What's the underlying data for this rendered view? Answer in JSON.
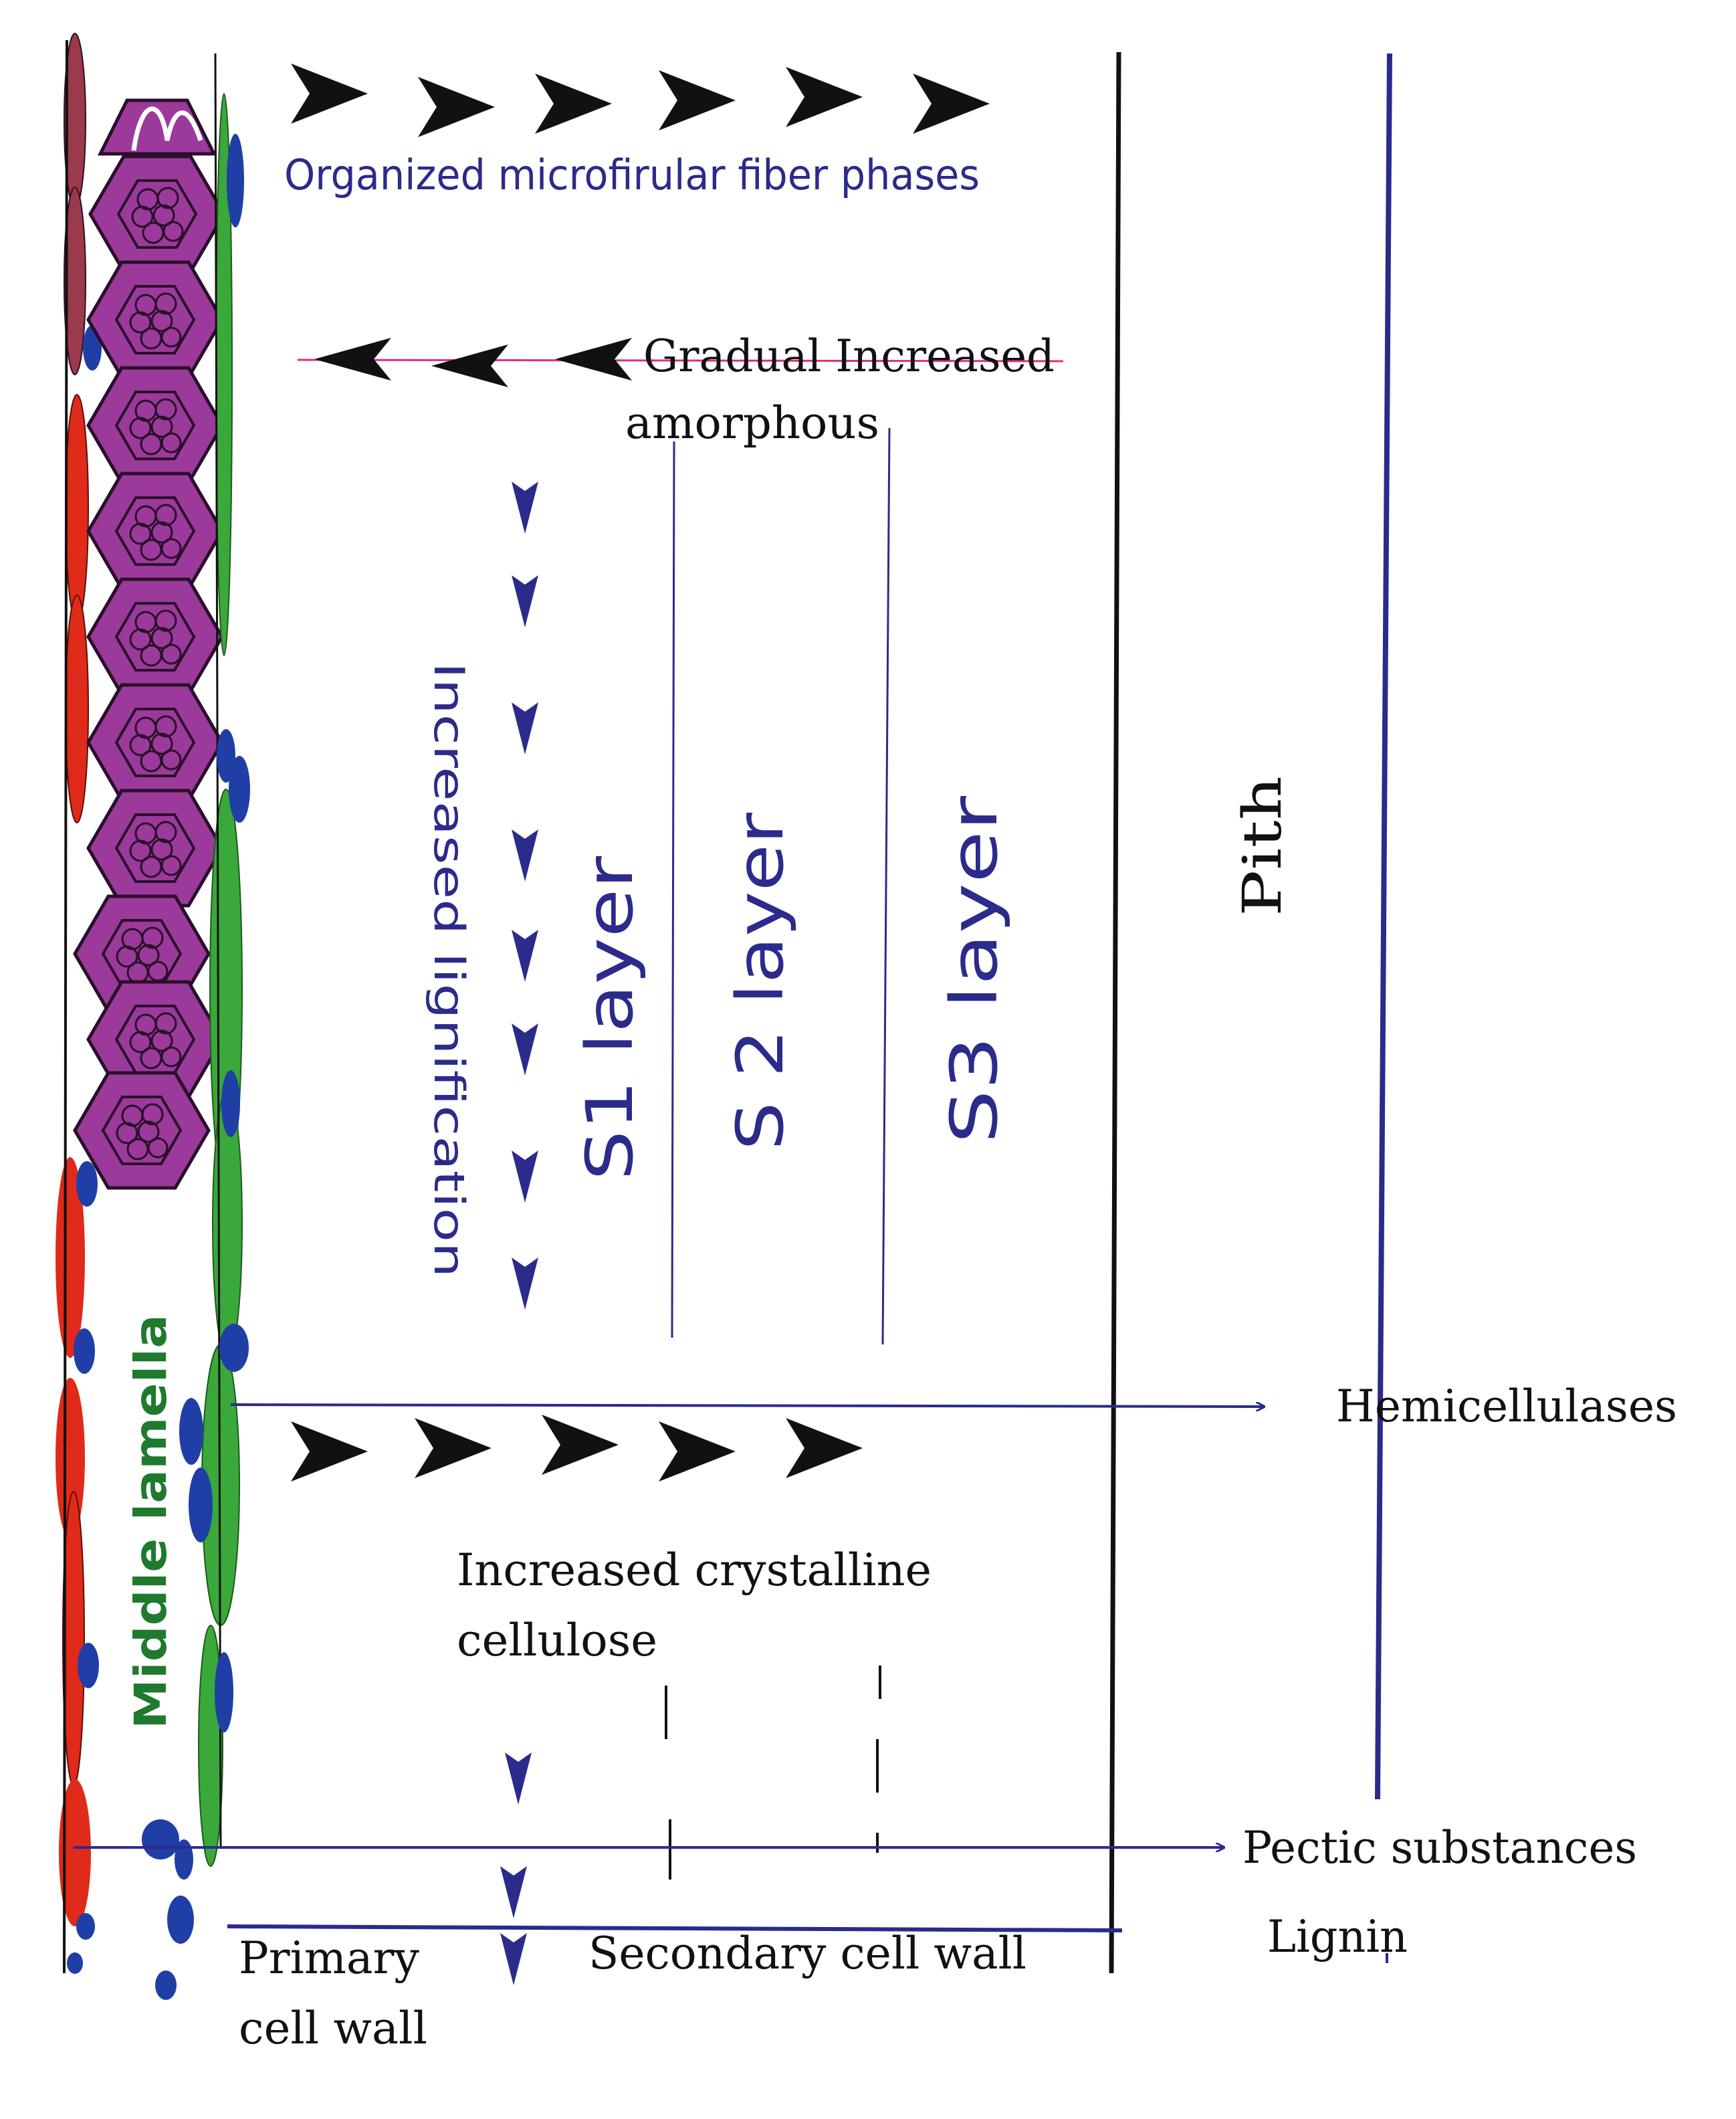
{
  "labels": {
    "organized_fiber": "Organized microfirular fiber phases",
    "gradual_increased": "Gradual Increased",
    "amorphous": "amorphous",
    "increased_lignification": "Increased lignification",
    "s1_layer": "S1 layer",
    "s2_layer": "S 2 layer",
    "s3_layer": "S3 layer",
    "pith": "Pith",
    "hemicellulases": "Hemicellulases",
    "increased_crystalline": "Increased crystalline",
    "cellulose": "cellulose",
    "pectic_substances": "Pectic substances",
    "lignin": "Lignin",
    "primary": "Primary",
    "cell_wall": "cell wall",
    "secondary_cell_wall": "Secondary cell wall",
    "middle_lamella": "Middle lamella"
  },
  "colors": {
    "navy": "#2b2b8c",
    "blue": "#1f3fa6",
    "purple": "#9b3a9b",
    "green": "#3aa83a",
    "red": "#e02a1a",
    "dark_red": "#9b3a4a",
    "dark_green": "#1f7a2e",
    "black": "#111111"
  }
}
